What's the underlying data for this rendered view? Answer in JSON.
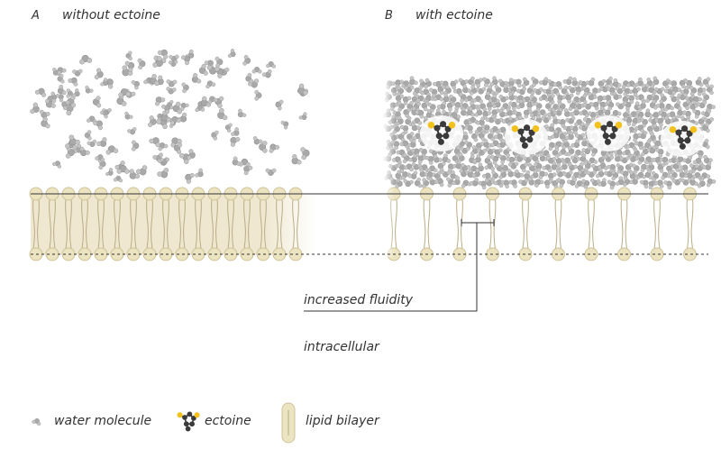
{
  "panel_a": {
    "letter": "A",
    "title": "without ectoine"
  },
  "panel_b": {
    "letter": "B",
    "title": "with ectoine"
  },
  "annotations": {
    "fluidity": "increased fluidity",
    "intracellular": "intracellular"
  },
  "legend": {
    "water": "water molecule",
    "ectoine": "ectoine",
    "lipid": "lipid bilayer"
  },
  "colors": {
    "membrane_fill": "#efe7cf",
    "lipid_head": "#ece3c0",
    "lipid_head_stroke": "#cfc39a",
    "water": "#a9a9a9",
    "ectoine_dark": "#3b3b3b",
    "ectoine_yellow": "#f2c21a",
    "line": "#333333"
  }
}
